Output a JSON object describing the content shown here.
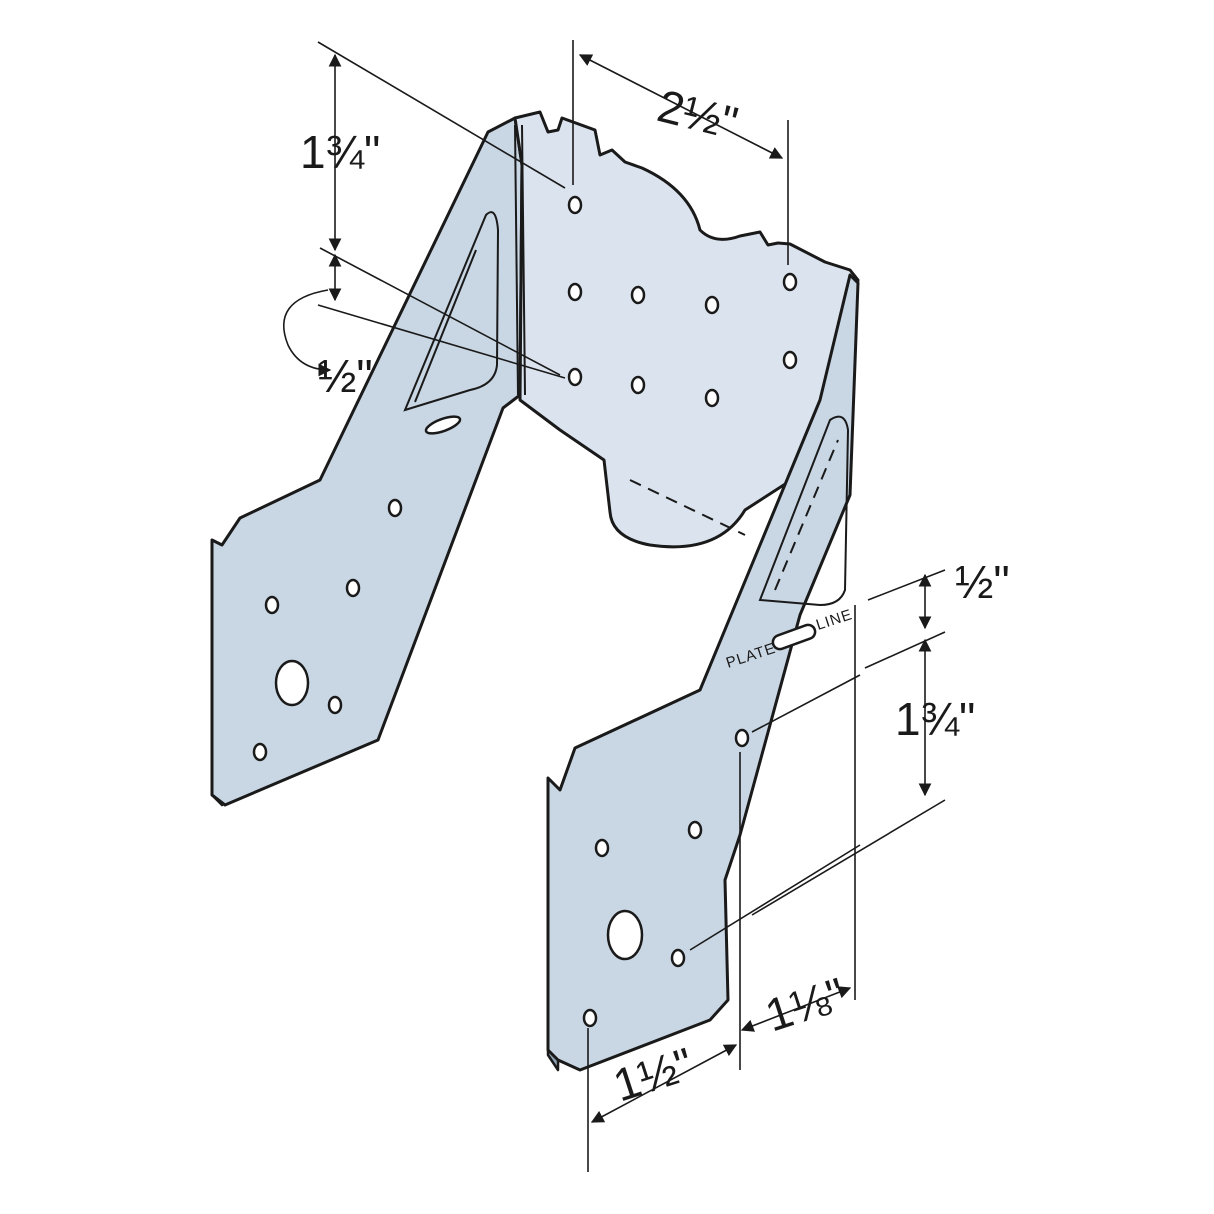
{
  "dimensions": {
    "top_width": "2½\"",
    "top_hole_spacing": "1¾\"",
    "top_hole_offset": "½\"",
    "right_offset": "½\"",
    "right_spacing": "1¾\"",
    "bottom_left": "1½\"",
    "bottom_right": "1⅛\""
  },
  "plate_line_label_left": "PLATE",
  "plate_line_label_right": "LINE"
}
